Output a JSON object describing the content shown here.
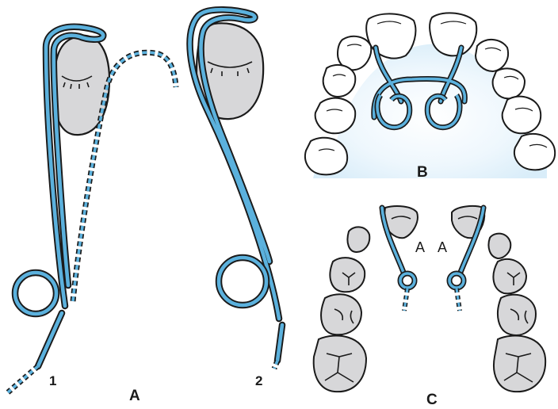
{
  "labels": {
    "panel_a": "A",
    "panel_b": "B",
    "panel_c": "C",
    "spring_1": "1",
    "spring_2": "2",
    "tooth_left": "A",
    "tooth_right": "A"
  },
  "colors": {
    "wire": "#5bb1dd",
    "outline": "#1a1a1a",
    "tooth_gray": "#d7d7d9",
    "tooth_white": "#ffffff",
    "palate_tint": "#dbeef9"
  }
}
